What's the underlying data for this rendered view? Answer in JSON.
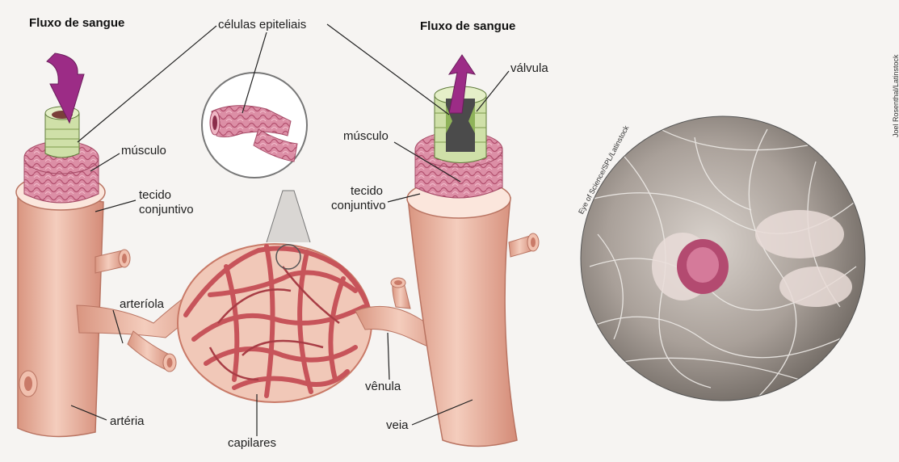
{
  "titles": {
    "left_flow": "Fluxo de sangue",
    "right_flow": "Fluxo de sangue"
  },
  "labels": {
    "epithelial_cells": "células epiteliais",
    "valve": "válvula",
    "muscle_left": "músculo",
    "muscle_right": "músculo",
    "connective_left_1": "tecido",
    "connective_left_2": "conjuntivo",
    "connective_right_1": "tecido",
    "connective_right_2": "conjuntivo",
    "arteriole": "arteríola",
    "artery": "artéria",
    "capillaries": "capilares",
    "venule": "vênula",
    "vein": "veia"
  },
  "credits": {
    "photo": "Eye of Science/SPL/Latinstock",
    "page_edge": "Joel Rosenthal/Latinstock"
  },
  "colors": {
    "vessel": "#eab7a3",
    "vessel_dark": "#c97a68",
    "muscle": "#d88aa0",
    "capillary": "#c7545a",
    "arrow": "#9c2c86",
    "epithelium": "#cfe0a8"
  }
}
